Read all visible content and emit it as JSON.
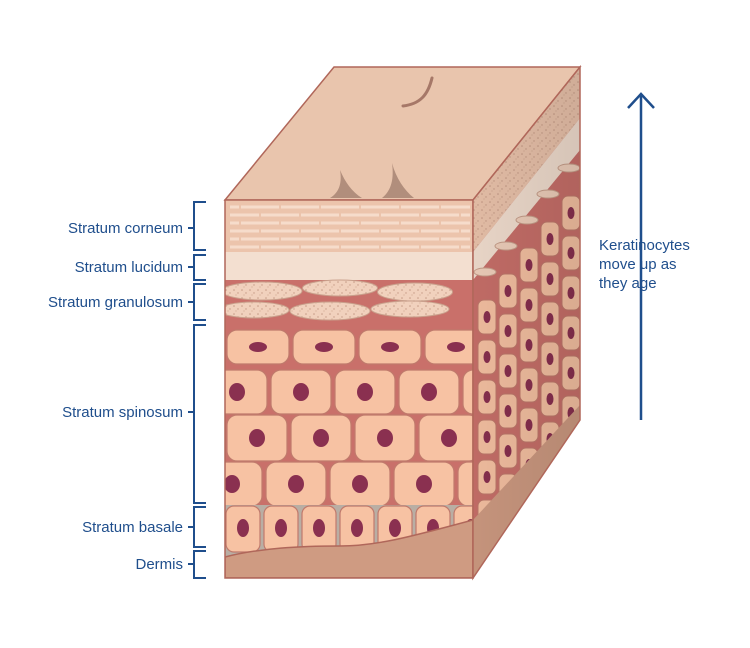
{
  "diagram": {
    "layers": [
      {
        "id": "stratum-corneum",
        "label": "Stratum corneum"
      },
      {
        "id": "stratum-lucidum",
        "label": "Stratum lucidum"
      },
      {
        "id": "stratum-granulosum",
        "label": "Stratum granulosum"
      },
      {
        "id": "stratum-spinosum",
        "label": "Stratum spinosum"
      },
      {
        "id": "stratum-basale",
        "label": "Stratum basale"
      },
      {
        "id": "dermis",
        "label": "Dermis"
      }
    ],
    "arrow": {
      "lines": [
        "Keratinocytes",
        "move up as",
        "they age"
      ]
    }
  },
  "colors": {
    "label_text": "#1f4e8c",
    "bracket": "#1f4e8c",
    "outline": "#b0675a",
    "corneum": "#ecc4ac",
    "lucidum": "#f3dfd0",
    "granular_bg": "#c9706a",
    "cell_fill": "#f7c2a3",
    "nucleus": "#8a3050",
    "dermis": "#cf9b82",
    "top_face": "#e9c5ad"
  }
}
